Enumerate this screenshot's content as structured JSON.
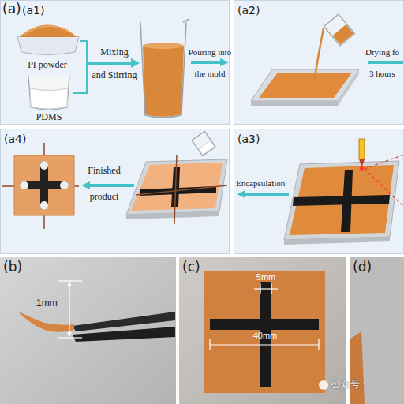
{
  "diagram": {
    "nodes": [
      {
        "text": [
          "(a)"
        ]
      },
      {
        "text": [
          "(a1)"
        ],
        "in": 0
      },
      {
        "text": [
          "(a2)"
        ],
        "in": 0
      },
      {
        "text": [
          "(a4)"
        ],
        "in": 0
      },
      {
        "text": [
          "(a3)"
        ],
        "in": 0
      },
      {
        "text": [
          "(b)"
        ]
      },
      {
        "text": [
          "(c)"
        ]
      },
      {
        "text": [
          "(d)"
        ]
      }
    ],
    "labels": [
      "PI powder",
      "PDMS",
      "Mixing",
      "and Stirring",
      "Pouring into",
      "the mold",
      "Drying fo",
      "3 hours",
      "Finished",
      "product",
      "Encapsulation",
      "1mm",
      "5mm",
      "40mm",
      "公众号 ·"
    ]
  }
}
